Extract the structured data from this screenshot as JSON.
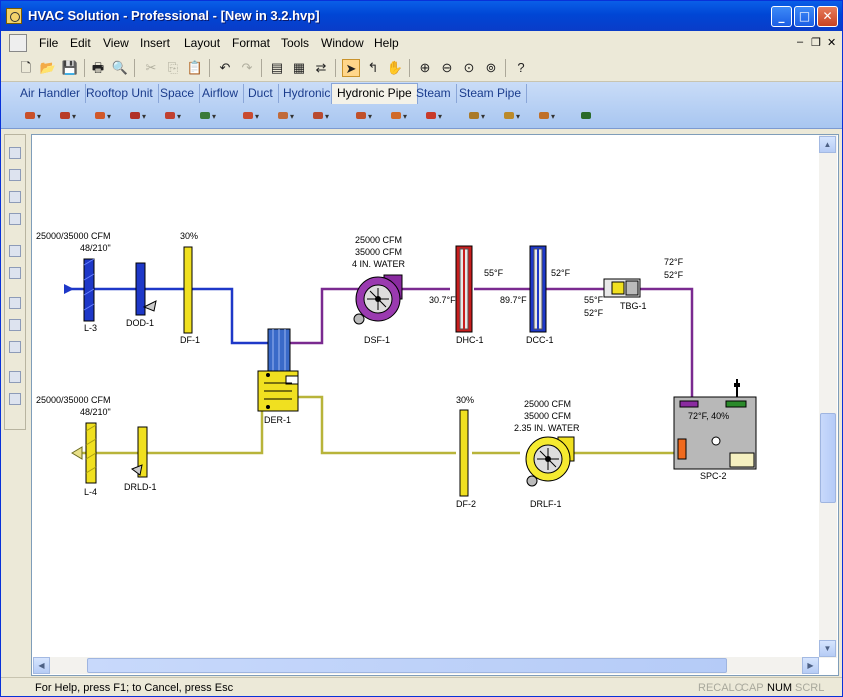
{
  "window": {
    "title": "HVAC Solution - Professional - [New in 3.2.hvp]"
  },
  "menu": [
    "File",
    "Edit",
    "View",
    "Insert",
    "Layout",
    "Format",
    "Tools",
    "Window",
    "Help"
  ],
  "tabs": [
    "Air Handler",
    "Rooftop Unit",
    "Space",
    "Airflow",
    "Duct",
    "Hydronic",
    "Hydronic Pipe",
    "Steam",
    "Steam Pipe"
  ],
  "active_tab": "Hydronic Pipe",
  "diagram": {
    "supply_left_label": "25000/35000 CFM",
    "supply_left_sub": "48/210\"",
    "df1_pct": "30%",
    "dsf1_cfm1": "25000 CFM",
    "dsf1_cfm2": "35000 CFM",
    "dsf1_press": "4 IN. WATER",
    "dhc1_temp": "55°F",
    "dcc1_temp": "52°F",
    "tbg1_temp1": "72°F",
    "tbg1_temp2": "52°F",
    "t_307": "30.7°F",
    "t_897": "89.7°F",
    "t_55": "55°F",
    "t_52": "52°F",
    "return_left_label": "25000/35000 CFM",
    "return_left_sub": "48/210\"",
    "df2_pct": "30%",
    "drlf1_cfm1": "25000 CFM",
    "drlf1_cfm2": "35000 CFM",
    "drlf1_press": "2.35 IN. WATER",
    "spc2_status": "72°F, 40%",
    "labels": {
      "l3": "L-3",
      "dod1": "DOD-1",
      "df1": "DF-1",
      "der1": "DER-1",
      "dsf1": "DSF-1",
      "dhc1": "DHC-1",
      "dcc1": "DCC-1",
      "tbg1": "TBG-1",
      "spc2": "SPC-2",
      "l4": "L-4",
      "drld1": "DRLD-1",
      "df2": "DF-2",
      "drlf1": "DRLF-1"
    }
  },
  "status": {
    "help": "For Help, press F1; to Cancel, press Esc",
    "recalc": "RECALC",
    "cap": "CAP",
    "num": "NUM",
    "scrl": "SCRL"
  }
}
